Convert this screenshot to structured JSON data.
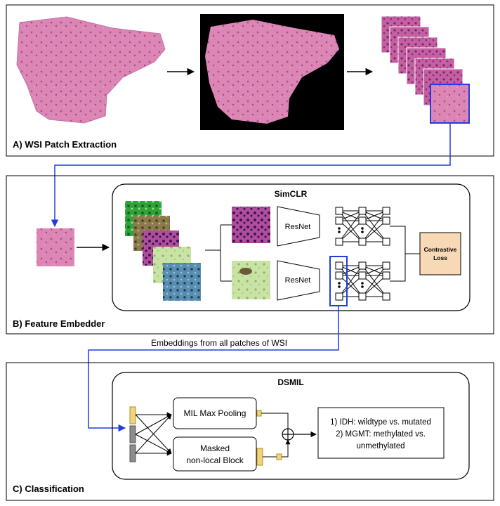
{
  "panels": {
    "a": {
      "label": "A) WSI Patch Extraction"
    },
    "b": {
      "label": "B) Feature Embedder",
      "box_title": "SimCLR"
    },
    "c": {
      "label": "C) Classification",
      "box_title": "DSMIL"
    }
  },
  "encoders": {
    "top": "ResNet",
    "bottom": "ResNet"
  },
  "loss": {
    "line1": "Contrastive",
    "line2": "Loss"
  },
  "embeddings_label": "Embeddings from all patches of WSI",
  "dsmil": {
    "max_pool": "MIL Max Pooling",
    "masked_line1": "Masked",
    "masked_line2": "non-local Block"
  },
  "output": {
    "line1": "1) IDH: wildtype vs. mutated",
    "line2": "2) MGMT: methylated vs.",
    "line3": "unmethylated"
  },
  "colors": {
    "highlight_blue": "#1f3de0",
    "tissue_pink": "#d77fb0",
    "loss_fill": "#f8d9b6",
    "embedding_yellow": "#f2d27a",
    "embedding_gray": "#8c8c8c",
    "black_bg": "#000000"
  }
}
